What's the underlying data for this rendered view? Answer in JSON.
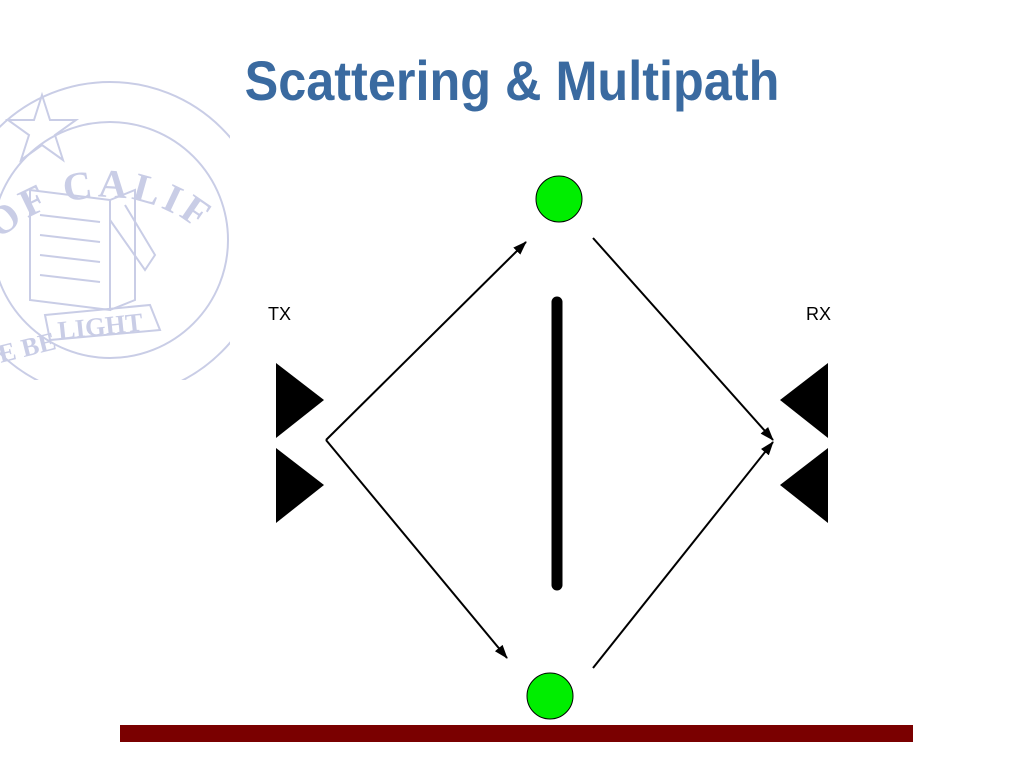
{
  "slide": {
    "title": "Scattering & Multipath"
  },
  "diagram": {
    "tx_label": "TX",
    "rx_label": "RX",
    "scatterer_color": "#00ee00",
    "wall_color": "#000000",
    "arrow_color": "#000000",
    "antenna_color": "#000000"
  },
  "watermark": {
    "seal_text": "OF CALIFORNIA",
    "seal_banner": "LIGHT",
    "seal_motto_fragment": "E BE",
    "seal_color": "#c9cde6"
  },
  "theme": {
    "title_color": "#3a6aa0",
    "rule_color": "#7a0000"
  }
}
